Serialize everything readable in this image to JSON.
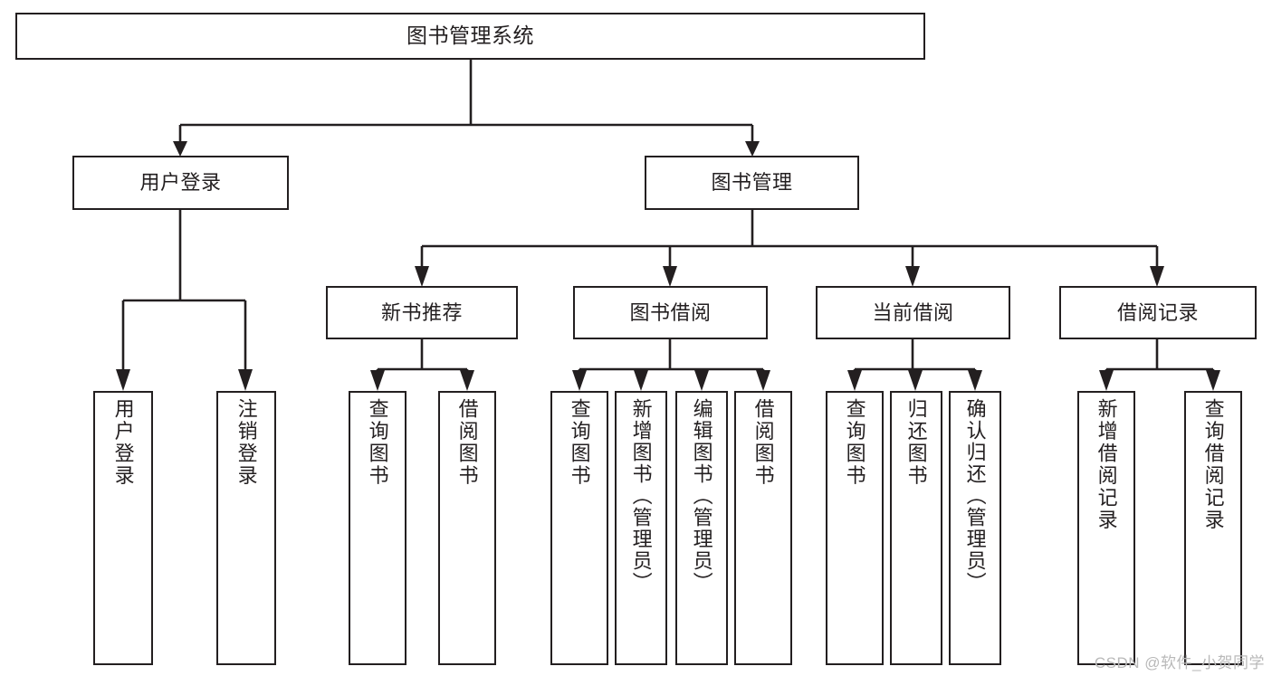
{
  "diagram": {
    "type": "tree",
    "title": "图书管理系统",
    "orientation": "top-down",
    "levels": 4,
    "colors": {
      "stroke": "#231f20",
      "fill": "#ffffff",
      "background": "#ffffff",
      "watermark": "#b9b9b9"
    },
    "nodes": {
      "root": {
        "label": "图书管理系统",
        "level": 0
      },
      "l1": [
        {
          "id": "user_login",
          "label": "用户登录"
        },
        {
          "id": "book_manage",
          "label": "图书管理"
        }
      ],
      "l2": [
        {
          "id": "new_book_rec",
          "label": "新书推荐",
          "parent": "book_manage"
        },
        {
          "id": "book_borrow",
          "label": "图书借阅",
          "parent": "book_manage"
        },
        {
          "id": "current_borrow",
          "label": "当前借阅",
          "parent": "book_manage"
        },
        {
          "id": "borrow_record",
          "label": "借阅记录",
          "parent": "book_manage"
        }
      ],
      "l3": {
        "user_login": [
          {
            "id": "leaf_user_login",
            "label": "用户登录"
          },
          {
            "id": "leaf_logout",
            "label": "注销登录"
          }
        ],
        "new_book_rec": [
          {
            "id": "leaf_query_book_1",
            "label": "查询图书"
          },
          {
            "id": "leaf_borrow_book_1",
            "label": "借阅图书"
          }
        ],
        "book_borrow": [
          {
            "id": "leaf_query_book_2",
            "label": "查询图书"
          },
          {
            "id": "leaf_add_book",
            "label": "新增图书（管理员）"
          },
          {
            "id": "leaf_edit_book",
            "label": "编辑图书（管理员）"
          },
          {
            "id": "leaf_borrow_book_2",
            "label": "借阅图书"
          }
        ],
        "current_borrow": [
          {
            "id": "leaf_query_book_3",
            "label": "查询图书"
          },
          {
            "id": "leaf_return_book",
            "label": "归还图书"
          },
          {
            "id": "leaf_confirm_return",
            "label": "确认归还（管理员）"
          }
        ],
        "borrow_record": [
          {
            "id": "leaf_add_record",
            "label": "新增借阅记录"
          },
          {
            "id": "leaf_query_record",
            "label": "查询借阅记录"
          }
        ]
      }
    }
  },
  "watermark": {
    "text": "CSDN @软件_小贺同学"
  }
}
